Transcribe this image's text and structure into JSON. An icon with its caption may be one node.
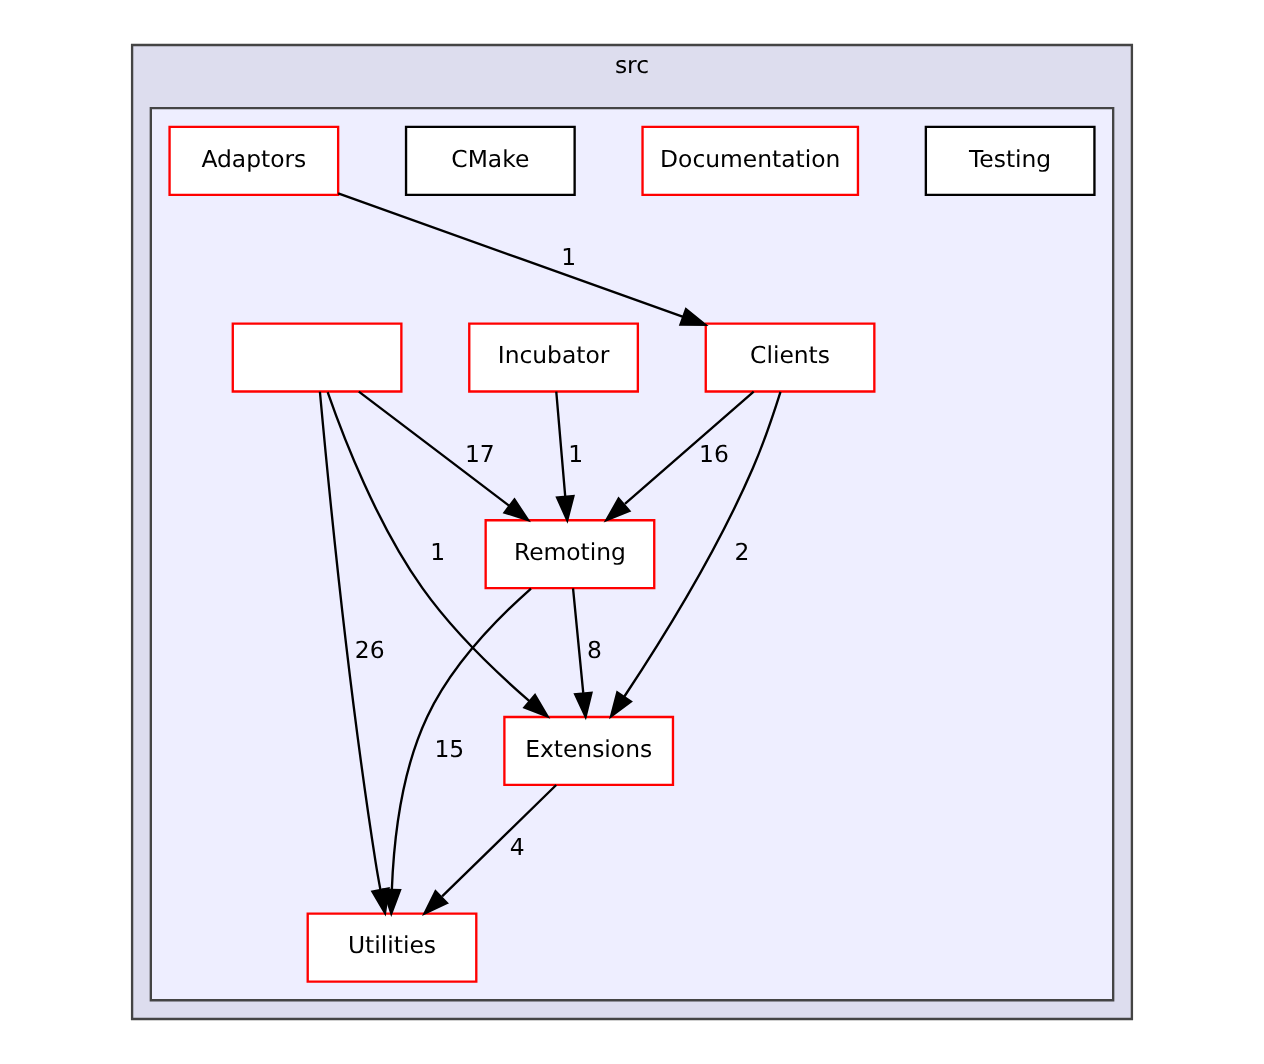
{
  "diagram": {
    "nodes": [
      {
        "text": [
          "src"
        ]
      },
      {
        "text": [],
        "shape": "box",
        "in": 0
      },
      {
        "text": [
          "Testing"
        ],
        "in": 1
      },
      {
        "text": [
          "Documentation"
        ],
        "in": 1
      },
      {
        "text": [
          "CMake"
        ],
        "in": 1
      },
      {
        "text": [
          "Adaptors"
        ],
        "in": 1
      },
      {
        "text": [],
        "shape": "box",
        "in": 1
      },
      {
        "text": [
          "Clients"
        ],
        "in": 1
      },
      {
        "text": [
          "Incubator"
        ],
        "in": 1
      },
      {
        "text": [
          "Remoting"
        ],
        "in": 1
      },
      {
        "text": [
          "Extensions"
        ],
        "in": 1
      },
      {
        "text": [
          "Utilities"
        ],
        "in": 1
      }
    ],
    "edges": [
      {
        "from": 5,
        "to": 7,
        "arrow": "to",
        "label": "1"
      },
      {
        "from": 7,
        "to": 9,
        "arrow": "to",
        "label": "16"
      },
      {
        "from": 8,
        "to": 9,
        "arrow": "to",
        "label": "1"
      },
      {
        "from": 6,
        "to": 9,
        "arrow": "to",
        "label": "17"
      },
      {
        "from": 6,
        "to": 10,
        "arrow": "to",
        "label": "1"
      },
      {
        "from": 7,
        "to": 10,
        "arrow": "to",
        "label": "2"
      },
      {
        "from": 9,
        "to": 10,
        "arrow": "to",
        "label": "8"
      },
      {
        "from": 6,
        "to": 11,
        "arrow": "to",
        "label": "26"
      },
      {
        "from": 10,
        "to": 11,
        "arrow": "to",
        "label": "4"
      },
      {
        "from": 9,
        "to": 11,
        "arrow": "to",
        "label": "15"
      }
    ]
  }
}
